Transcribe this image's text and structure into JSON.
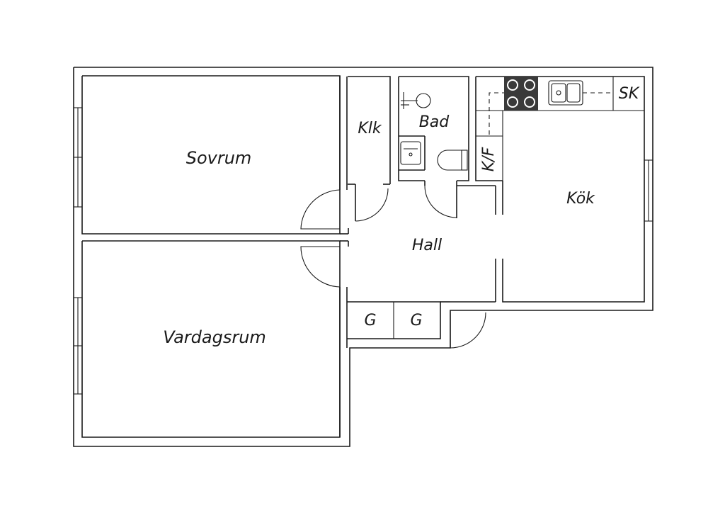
{
  "rooms": {
    "sovrum": "Sovrum",
    "vardagsrum": "Vardagsrum",
    "klk": "Klk",
    "bad": "Bad",
    "kok": "Kök",
    "hall": "Hall",
    "sk": "SK",
    "kf": "K/F",
    "g1": "G",
    "g2": "G"
  },
  "colors": {
    "line": "#1a1a1a",
    "background": "#ffffff",
    "stove": "#3a3a3a"
  }
}
